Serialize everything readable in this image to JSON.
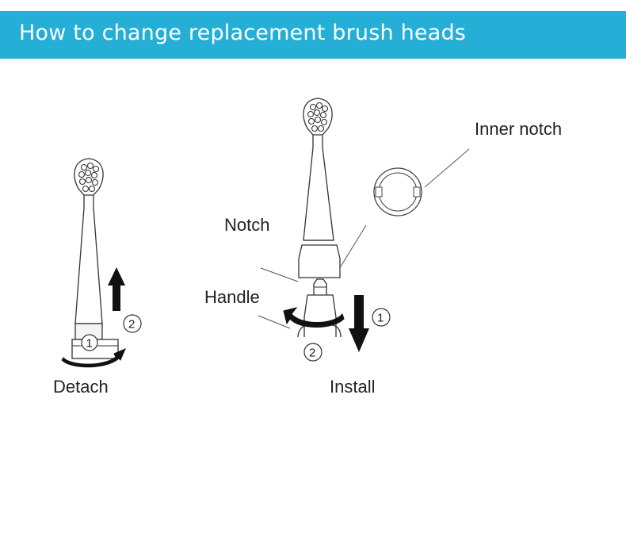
{
  "header": {
    "title": "How to change replacement brush heads",
    "background_color": "#25afd6"
  },
  "diagram": {
    "labels": {
      "detach": "Detach",
      "install": "Install",
      "notch": "Notch",
      "handle": "Handle",
      "inner_notch": "Inner notch"
    },
    "detach_steps": [
      "1",
      "2"
    ],
    "install_steps": [
      "1",
      "2"
    ]
  }
}
